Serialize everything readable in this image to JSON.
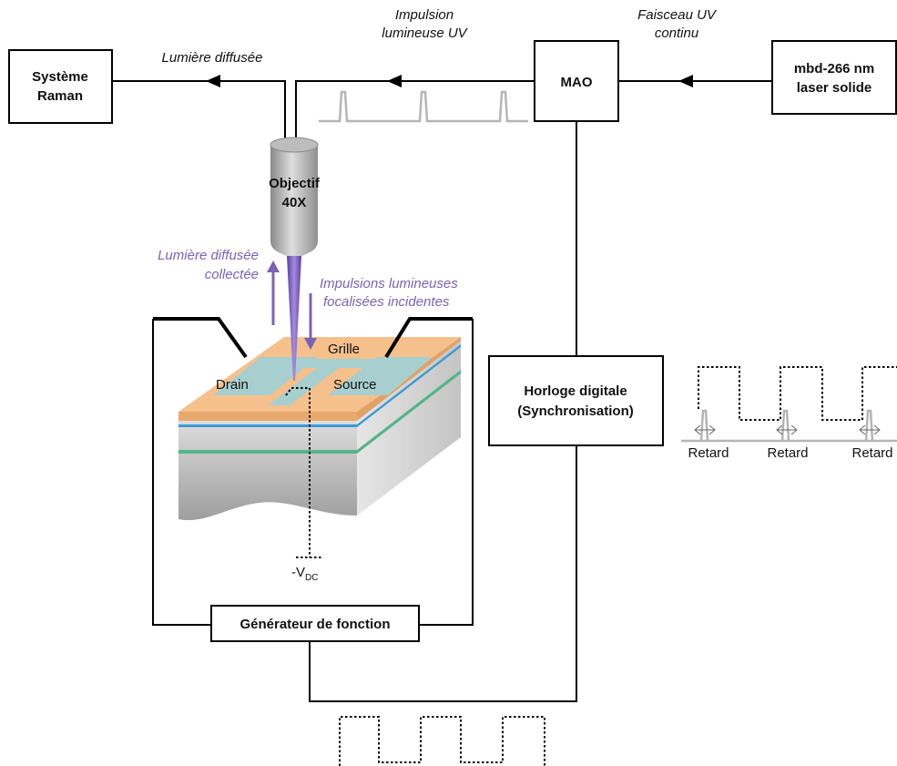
{
  "boxes": {
    "raman": [
      "Système",
      "Raman"
    ],
    "laser": [
      "mbd-266 nm",
      "laser solide"
    ],
    "mao": "MAO",
    "clock": [
      "Horloge digitale",
      "(Synchronisation)"
    ],
    "generator": "Générateur de fonction"
  },
  "labels": {
    "scattered": "Lumière diffusée",
    "uv_pulse": [
      "Impulsion",
      "lumineuse UV"
    ],
    "uv_beam": [
      "Faisceau UV",
      "continu"
    ],
    "objective": [
      "Objectif",
      "40X"
    ],
    "collected": [
      "Lumière diffusée",
      "collectée"
    ],
    "incident": [
      "Impulsions lumineuses",
      "focalisées incidentes"
    ],
    "drain": "Drain",
    "source": "Source",
    "gate": "Grille",
    "vdc_main": "-V",
    "vdc_sub": "DC",
    "delay": "Retard"
  },
  "colors": {
    "purple": "#7a63b5",
    "orange": "#f5c08c",
    "pad": "#a8cfd0",
    "blue_layer": "#3b9bd4",
    "green_layer": "#54b48c",
    "pulse_gray": "#b5b5b5"
  }
}
